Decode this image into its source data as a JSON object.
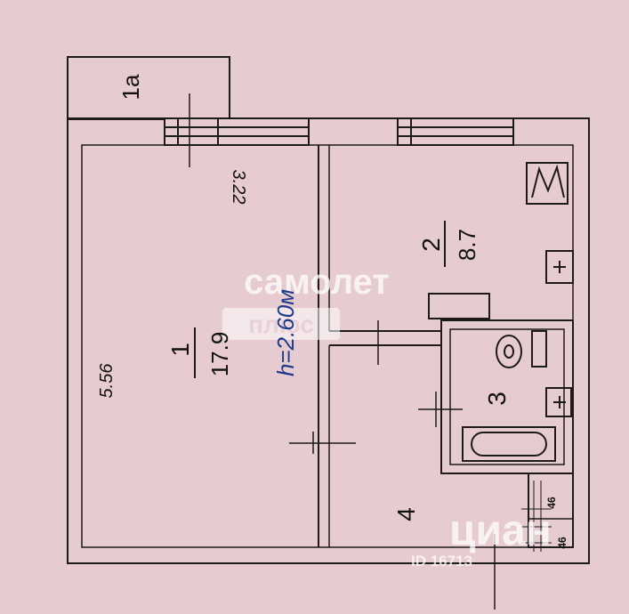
{
  "rooms": {
    "balcony": {
      "number": "1а"
    },
    "living": {
      "number": "1",
      "area": "17.9",
      "length": "5.56",
      "width": "3.22"
    },
    "kitchen": {
      "number": "2",
      "area": "8.7"
    },
    "bathroom": {
      "number": "3"
    },
    "hall": {
      "number": "4"
    },
    "closet_a": {
      "number": "46"
    },
    "closet_b": {
      "number": "46"
    }
  },
  "ceiling_height": "h=2.60м",
  "watermarks": {
    "samolet": "самолет",
    "plus": "плюс",
    "cian": "циан",
    "cian_id": "ID 16713"
  },
  "colors": {
    "background": "#e6cbd0",
    "line": "#1c1a1a",
    "height_text": "#1f3a8a",
    "watermark": "#ffffff"
  }
}
